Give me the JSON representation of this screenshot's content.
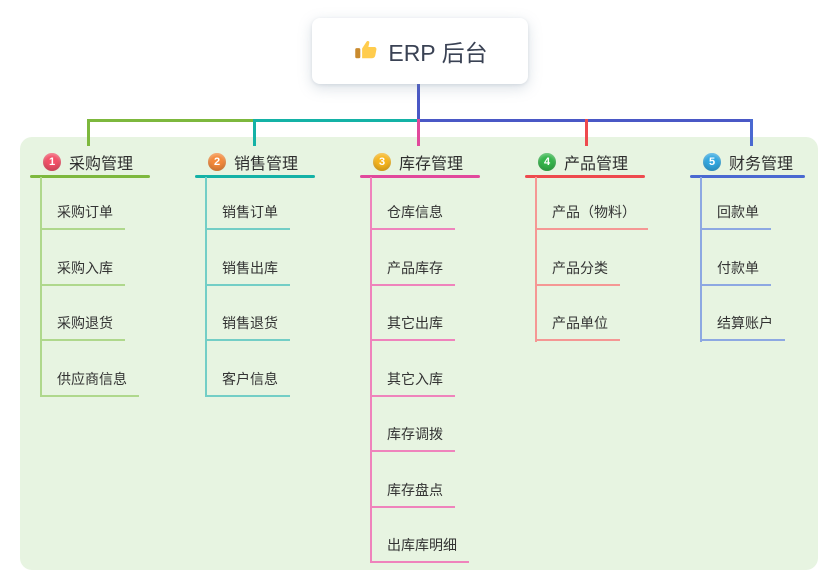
{
  "root": {
    "title": "ERP 后台",
    "icon": "thumbs-up-icon"
  },
  "colors": {
    "root_connector": "#4a58c6",
    "panel_bg": "#e7f4e1",
    "card_bg": "#ffffff",
    "root_text": "#3a4254",
    "node_text": "#333333"
  },
  "branches": [
    {
      "index": "1",
      "label": "采购管理",
      "badge_color": "#f25168",
      "line_color": "#7db83d",
      "light_color": "#afd88c",
      "children": [
        "采购订单",
        "采购入库",
        "采购退货",
        "供应商信息"
      ]
    },
    {
      "index": "2",
      "label": "销售管理",
      "badge_color": "#f48a3b",
      "line_color": "#14b2a6",
      "light_color": "#73cec6",
      "children": [
        "销售订单",
        "销售出库",
        "销售退货",
        "客户信息"
      ]
    },
    {
      "index": "3",
      "label": "库存管理",
      "badge_color": "#f6b51e",
      "line_color": "#e1499c",
      "light_color": "#ef83bc",
      "children": [
        "仓库信息",
        "产品库存",
        "其它出库",
        "其它入库",
        "库存调拨",
        "库存盘点",
        "出库库明细"
      ]
    },
    {
      "index": "4",
      "label": "产品管理",
      "badge_color": "#35b54b",
      "line_color": "#ee4a4e",
      "light_color": "#f59794",
      "children": [
        "产品（物料）",
        "产品分类",
        "产品单位"
      ]
    },
    {
      "index": "5",
      "label": "财务管理",
      "badge_color": "#32a7e0",
      "line_color": "#4a69d1",
      "light_color": "#8da8e2",
      "children": [
        "回款单",
        "付款单",
        "结算账户"
      ]
    }
  ]
}
